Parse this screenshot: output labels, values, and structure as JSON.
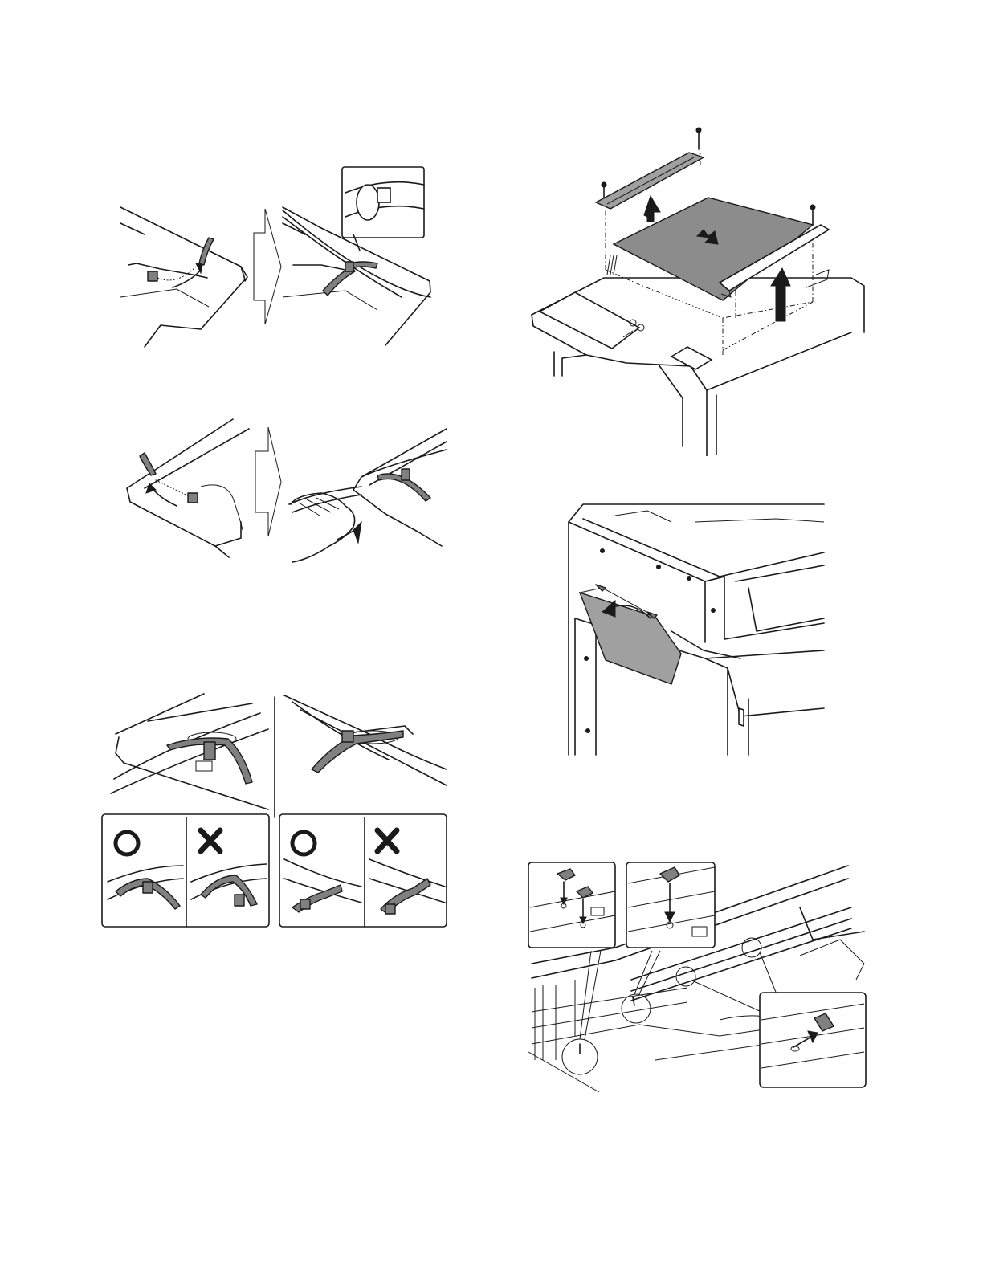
{
  "page": {
    "figures": [
      {
        "id": "fig-binder-clamp-top",
        "icon": "cable-clamp-close-illustration"
      },
      {
        "id": "fig-binder-clamp-pull",
        "icon": "cable-clamp-pull-illustration"
      },
      {
        "id": "fig-clamp-orientation",
        "icon": "clamp-correct-incorrect-illustration"
      },
      {
        "id": "fig-glass-removal",
        "icon": "document-glass-removal-illustration"
      },
      {
        "id": "fig-side-cover",
        "icon": "side-cover-open-illustration"
      },
      {
        "id": "fig-spacer-install",
        "icon": "spacer-install-illustration"
      }
    ],
    "marks": {
      "correct": "O",
      "incorrect": "X"
    },
    "colors": {
      "ink": "#1a1a1a",
      "tie_gray": "#808080",
      "glass_gray": "#a0a0a0",
      "link_rule": "#1a1a8c"
    }
  }
}
